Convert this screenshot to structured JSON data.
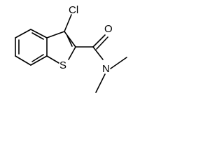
{
  "molecule": {
    "atoms": {
      "chlorine": "Cl",
      "sulfur": "S",
      "oxygen": "O",
      "nitrogen": "N"
    },
    "colors": {
      "bond": "#000000",
      "label": "#000000",
      "background": "#ffffff"
    }
  }
}
